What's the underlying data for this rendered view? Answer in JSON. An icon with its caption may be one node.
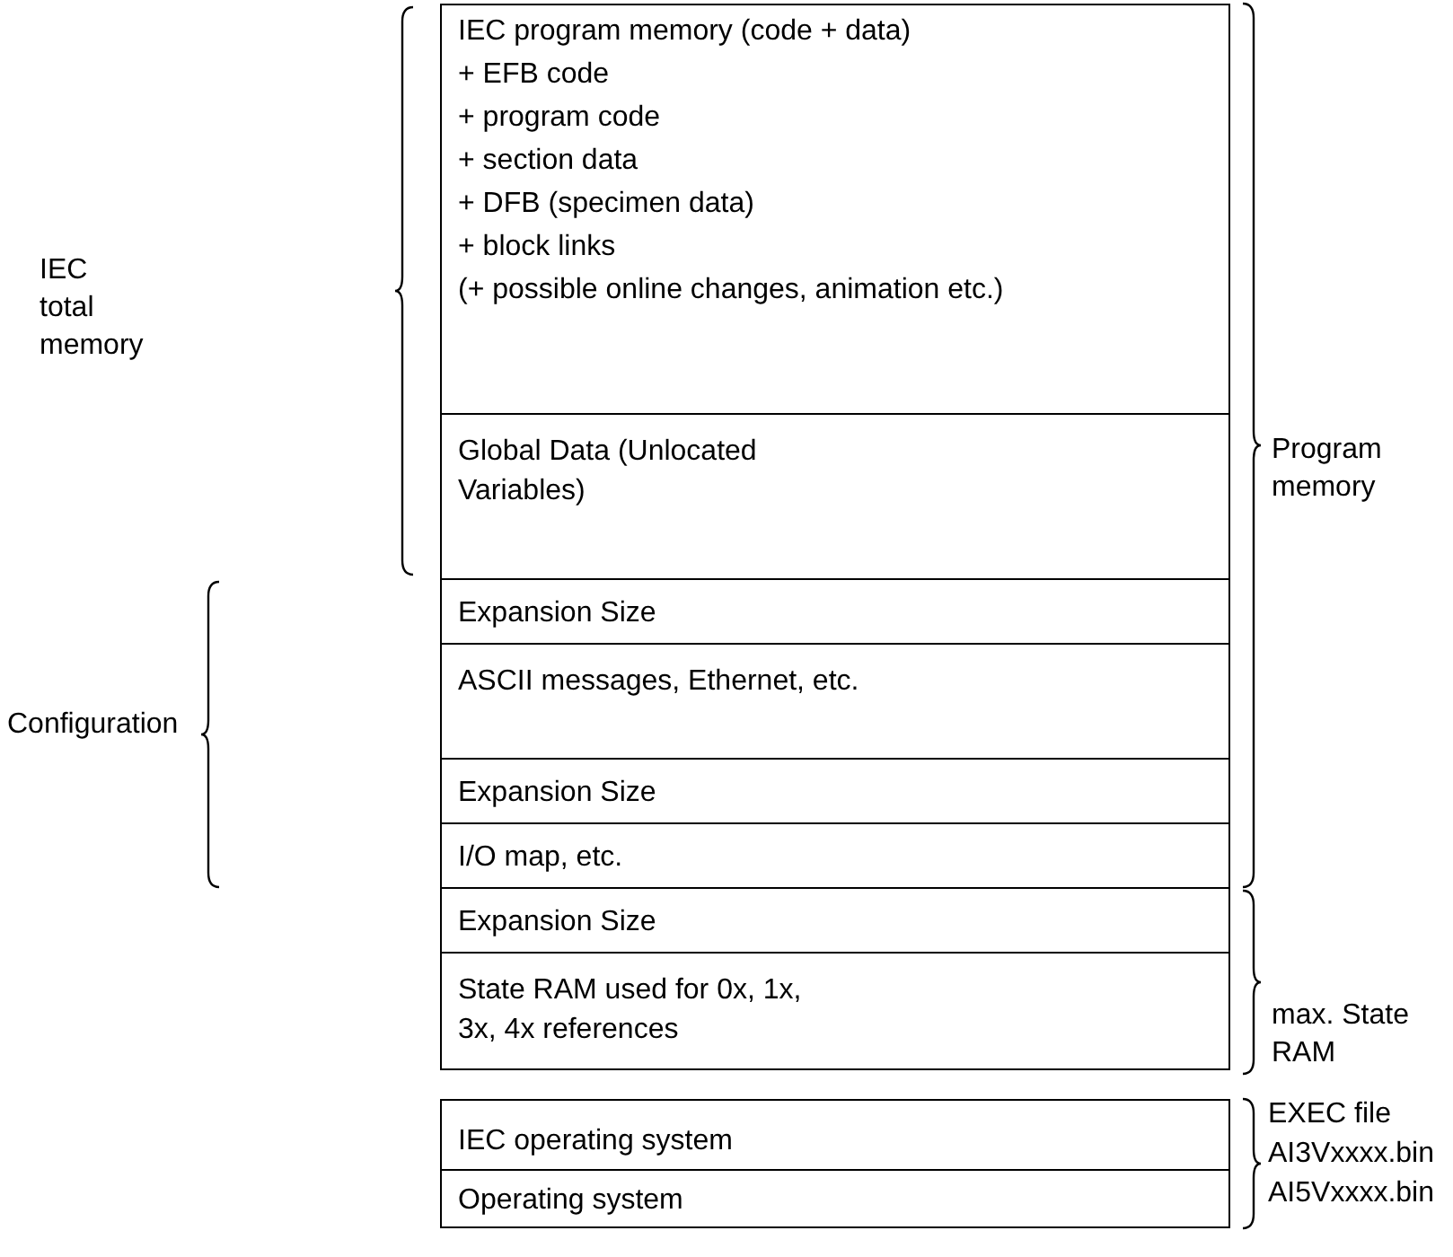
{
  "diagram": {
    "nodes": [
      {
        "text": [
          "IEC program memory (code + data)",
          "+ EFB code",
          "+ program code",
          "+ section data",
          "+ DFB (specimen data)",
          "+ block links",
          "(+ possible online changes, animation etc.)"
        ]
      },
      {
        "text": [
          "Global Data (Unlocated Variables)"
        ]
      },
      {
        "text": [
          "Expansion Size"
        ]
      },
      {
        "text": [
          "ASCII messages, Ethernet, etc."
        ]
      },
      {
        "text": [
          "Expansion Size"
        ]
      },
      {
        "text": [
          "I/O map, etc."
        ]
      },
      {
        "text": [
          "Expansion Size"
        ]
      },
      {
        "text": [
          "State RAM used for 0x, 1x, 3x, 4x references"
        ]
      },
      {
        "text": [
          "IEC operating system"
        ]
      },
      {
        "text": [
          "Operating system"
        ]
      }
    ],
    "labels": [
      "IEC total memory",
      "Program memory",
      "Configuration",
      "max. State RAM",
      "EXEC file",
      "AI3Vxxxx.bin",
      "AI5Vxxxx.bin"
    ]
  }
}
